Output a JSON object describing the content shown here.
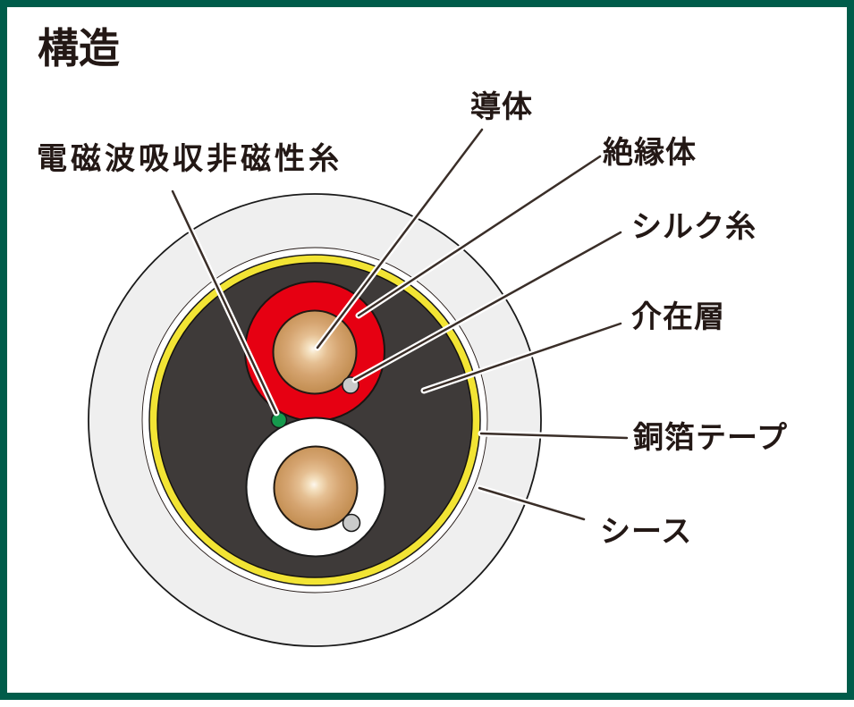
{
  "title": "構造",
  "labels": {
    "emi_thread": "電磁波吸収非磁性糸",
    "conductor": "導体",
    "insulator": "絶縁体",
    "silk_thread": "シルク糸",
    "interposition": "介在層",
    "copper_tape": "銅箔テープ",
    "sheath": "シース"
  },
  "colors": {
    "frame_green": "#005c4a",
    "text": "#231815",
    "sheath_gray": "#efefef",
    "tape_backing_white": "#ffffff",
    "copper_tape_yellow": "#f2e434",
    "interposition_dark": "#3e3a39",
    "insulator_red": "#e60012",
    "insulator_white": "#ffffff",
    "conductor_tan": "#d5a470",
    "silk_thread_gray": "#c9caca",
    "emi_thread_green": "#169a4d",
    "leader_line": "#3a2e28"
  }
}
